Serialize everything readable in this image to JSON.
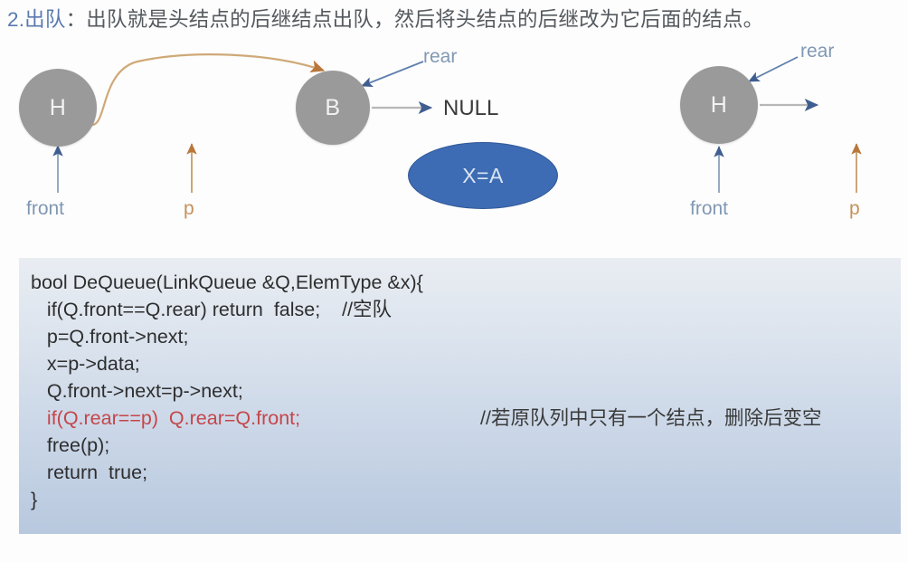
{
  "heading": {
    "prefix": "2.出队",
    "rest": "：出队就是头结点的后继结点出队，然后将头结点的后继改为它后面的结点。",
    "accent_color": "#5b79b0"
  },
  "diagram": {
    "left": {
      "head_node_label": "H",
      "tail_node_label": "B",
      "null_label": "NULL",
      "rear_label": "rear",
      "front_label": "front",
      "pointer_label": "p"
    },
    "right": {
      "head_node_label": "H",
      "rear_label": "rear",
      "front_label": "front",
      "pointer_label": "p"
    },
    "value_bubble": "X=A",
    "colors": {
      "node_fill": "#9a9a9a",
      "bubble_fill": "#3d6cb4",
      "blue_arrow": "#5f7fad",
      "tan_arrow": "#c79b6a",
      "gray_arrow": "#b7b7b7"
    }
  },
  "code": {
    "lines": [
      {
        "text": "bool DeQueue(LinkQueue &Q,ElemType &x){",
        "style": "normal"
      },
      {
        "text": "   if(Q.front==Q.rear) return  false;    //空队",
        "style": "normal"
      },
      {
        "text": "   p=Q.front->next;",
        "style": "normal"
      },
      {
        "text": "   x=p->data;",
        "style": "normal"
      },
      {
        "text": "   Q.front->next=p->next;",
        "style": "normal"
      },
      {
        "text": "   if(Q.rear==p)  Q.rear=Q.front;",
        "style": "red"
      },
      {
        "text": "   free(p);",
        "style": "normal"
      },
      {
        "text": "   return  true;",
        "style": "normal"
      },
      {
        "text": "}",
        "style": "normal"
      }
    ],
    "side_comment": "//若原队列中只有一个结点，删除后变空",
    "red_color": "#c5464a"
  }
}
